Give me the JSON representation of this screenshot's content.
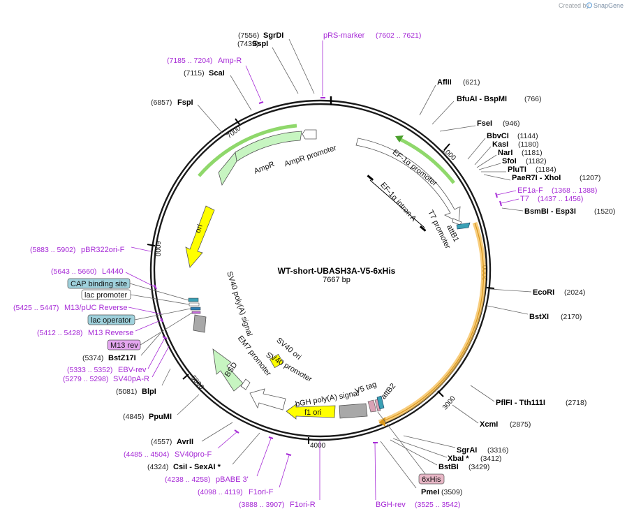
{
  "credit": {
    "prefix": "Created by",
    "brand": "SnapGene"
  },
  "plasmid": {
    "name": "WT-short-UBASH3A-V5-6xHis",
    "length": "7667 bp"
  },
  "ticks": [
    "1000",
    "2000",
    "3000",
    "4000",
    "5000",
    "6000",
    "7000"
  ],
  "features": {
    "ef1a_promoter": "EF-1α promoter",
    "ef1a_intron": "EF-1α intron A",
    "t7_promoter": "T7 promoter",
    "attb1": "attB1",
    "ampr": "AmpR",
    "ampr_promoter": "AmpR promoter",
    "ori": "ori",
    "sv40_polya": "SV40 poly(A) signal",
    "em7_promoter": "EM7 promoter",
    "bsd": "BSD",
    "sv40_ori": "SV40 ori",
    "sv40_promoter": "SV40 promoter",
    "bgh_polya": "bGH poly(A) signal",
    "f1_ori": "f1 ori",
    "v5_tag": "V5 tag",
    "attb2": "attB2"
  },
  "enzymes": [
    {
      "name": "SgrDI",
      "pos": "(7556)"
    },
    {
      "name": "SspI",
      "pos": "(7439)"
    },
    {
      "name": "ScaI",
      "pos": "(7115)"
    },
    {
      "name": "FspI",
      "pos": "(6857)"
    },
    {
      "name": "AflII",
      "pos": "(621)"
    },
    {
      "name": "BfuAI - BspMI",
      "pos": "(766)"
    },
    {
      "name": "FseI",
      "pos": "(946)"
    },
    {
      "name": "BbvCI",
      "pos": "(1144)"
    },
    {
      "name": "KasI",
      "pos": "(1180)"
    },
    {
      "name": "NarI",
      "pos": "(1181)"
    },
    {
      "name": "SfoI",
      "pos": "(1182)"
    },
    {
      "name": "PluTI",
      "pos": "(1184)"
    },
    {
      "name": "PaeR7I - XhoI",
      "pos": "(1207)"
    },
    {
      "name": "BsmBI - Esp3I",
      "pos": "(1520)"
    },
    {
      "name": "EcoRI",
      "pos": "(2024)"
    },
    {
      "name": "BstXI",
      "pos": "(2170)"
    },
    {
      "name": "PflFI - Tth111I",
      "pos": "(2718)"
    },
    {
      "name": "XcmI",
      "pos": "(2875)"
    },
    {
      "name": "SgrAI",
      "pos": "(3316)"
    },
    {
      "name": "XbaI *",
      "pos": "(3412)"
    },
    {
      "name": "BstBI",
      "pos": "(3429)"
    },
    {
      "name": "PmeI",
      "pos": "(3509)"
    },
    {
      "name": "BstZ17I",
      "pos": "(5374)"
    },
    {
      "name": "BlpI",
      "pos": "(5081)"
    },
    {
      "name": "PpuMI",
      "pos": "(4845)"
    },
    {
      "name": "AvrII",
      "pos": "(4557)"
    },
    {
      "name": "CsiI - SexAI *",
      "pos": "(4324)"
    }
  ],
  "primers": [
    {
      "name": "pRS-marker",
      "pos": "(7602 .. 7621)"
    },
    {
      "name": "Amp-R",
      "pos": "(7185 .. 7204)"
    },
    {
      "name": "EF1a-F",
      "pos": "(1368 .. 1388)"
    },
    {
      "name": "T7",
      "pos": "(1437 .. 1456)"
    },
    {
      "name": "pBR322ori-F",
      "pos": "(5883 .. 5902)"
    },
    {
      "name": "L4440",
      "pos": "(5643 .. 5660)"
    },
    {
      "name": "M13/pUC Reverse",
      "pos": "(5425 .. 5447)"
    },
    {
      "name": "M13 Reverse",
      "pos": "(5412 .. 5428)"
    },
    {
      "name": "EBV-rev",
      "pos": "(5333 .. 5352)"
    },
    {
      "name": "SV40pA-R",
      "pos": "(5279 .. 5298)"
    },
    {
      "name": "SV40pro-F",
      "pos": "(4485 .. 4504)"
    },
    {
      "name": "pBABE 3'",
      "pos": "(4238 .. 4258)"
    },
    {
      "name": "F1ori-F",
      "pos": "(4098 .. 4119)"
    },
    {
      "name": "F1ori-R",
      "pos": "(3888 .. 3907)"
    },
    {
      "name": "BGH-rev",
      "pos": "(3525 .. 3542)"
    }
  ],
  "boxed_labels": {
    "cap": "CAP binding site",
    "lac_promoter": "lac promoter",
    "lac_operator": "lac operator",
    "m13rev": "M13 rev",
    "his": "6xHis"
  },
  "colors": {
    "backbone": "#1a1a1a",
    "primer": "#a62ad6",
    "promoter_fill": "#ffffff",
    "marker_fill": "#c7f5c1",
    "ori_fill": "#ffff00",
    "misc_gray": "#a8a8a8",
    "insert_highlight": "#f5b949",
    "cap_fill": "#9fd1dc",
    "m13_fill": "#e4a6f0",
    "his_fill": "#e8b7c6"
  }
}
